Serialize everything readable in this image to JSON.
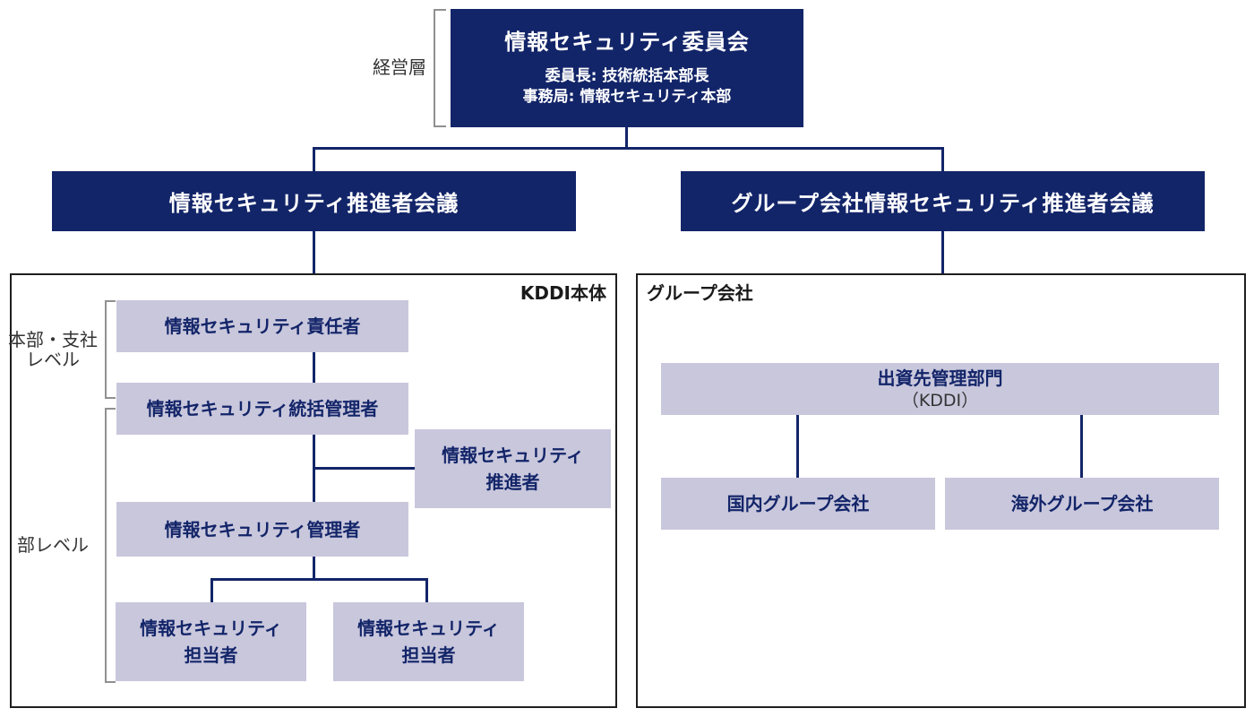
{
  "palette": {
    "navy": "#132569",
    "lavender": "#c9c7dc",
    "panel_border": "#1f1f1f",
    "bracket_gray": "#909090",
    "side_label_gray": "#333333",
    "white": "#ffffff"
  },
  "committee": {
    "title": "情報セキュリティ委員会",
    "chair_line": "委員長: 技術統括本部長",
    "office_line": "事務局: 情報セキュリティ本部"
  },
  "side_labels": {
    "management": "経営層",
    "hq_branch_line1": "本部・支社",
    "hq_branch_line2": "レベル",
    "division": "部レベル"
  },
  "councils": {
    "kddi": "情報セキュリティ推進者会議",
    "group": "グループ会社情報セキュリティ推進者会議"
  },
  "kddi_panel": {
    "label": "KDDI本体",
    "nodes": {
      "responsible": "情報セキュリティ責任者",
      "general_manager": "情報セキュリティ統括管理者",
      "promoter_line1": "情報セキュリティ",
      "promoter_line2": "推進者",
      "manager": "情報セキュリティ管理者",
      "staff_line1": "情報セキュリティ",
      "staff_line2": "担当者"
    }
  },
  "group_panel": {
    "label": "グループ会社",
    "nodes": {
      "investment_dept_line1": "出資先管理部門",
      "investment_dept_line2": "（KDDI）",
      "domestic": "国内グループ会社",
      "overseas": "海外グループ会社"
    }
  }
}
